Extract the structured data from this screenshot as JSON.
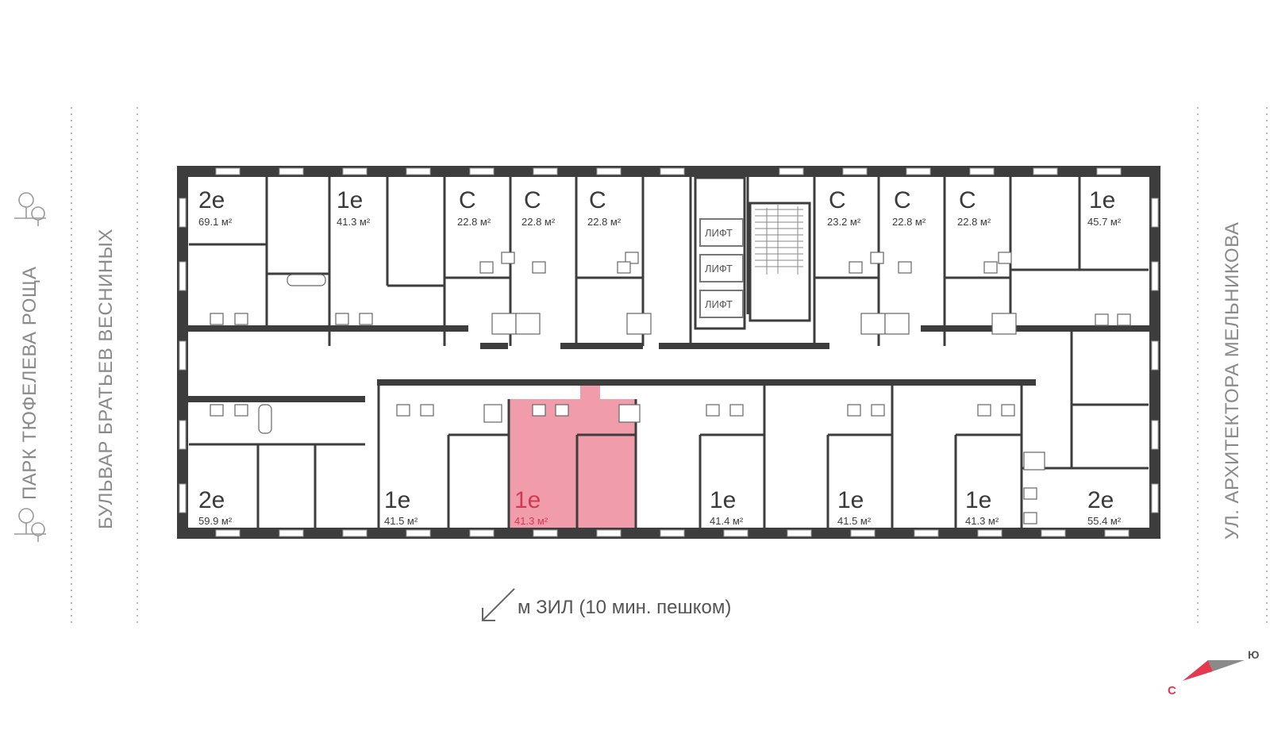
{
  "streets": {
    "park": "ПАРК ТЮФЕЛЕВА РОЩА",
    "boulevard": "БУЛЬВАР БРАТЬЕВ ВЕСНИНЫХ",
    "street": "УЛ. АРХИТЕКТОРА МЕЛЬНИКОВА"
  },
  "lifts": [
    "ЛИФТ",
    "ЛИФТ",
    "ЛИФТ"
  ],
  "metro_label": "м ЗИЛ (10 мин. пешком)",
  "compass": {
    "south": "С",
    "north": "Ю"
  },
  "colors": {
    "accent": "#e53950",
    "selected_fill": "#f19cab",
    "wall": "#3d3d3d",
    "muted": "#8a8a8a"
  },
  "units": {
    "top": [
      {
        "type": "2е",
        "area": "69.1 м²"
      },
      {
        "type": "1е",
        "area": "41.3 м²"
      },
      {
        "type": "С",
        "area": "22.8 м²"
      },
      {
        "type": "С",
        "area": "22.8 м²"
      },
      {
        "type": "С",
        "area": "22.8 м²"
      },
      {
        "type": "С",
        "area": "23.2 м²"
      },
      {
        "type": "С",
        "area": "22.8 м²"
      },
      {
        "type": "С",
        "area": "22.8 м²"
      },
      {
        "type": "1е",
        "area": "45.7 м²"
      }
    ],
    "bottom": [
      {
        "type": "2е",
        "area": "59.9 м²"
      },
      {
        "type": "1е",
        "area": "41.5 м²"
      },
      {
        "type": "1е",
        "area": "41.3 м²",
        "selected": true
      },
      {
        "type": "1е",
        "area": "41.4 м²"
      },
      {
        "type": "1е",
        "area": "41.5 м²"
      },
      {
        "type": "1е",
        "area": "41.3 м²"
      },
      {
        "type": "2е",
        "area": "55.4 м²"
      }
    ]
  }
}
